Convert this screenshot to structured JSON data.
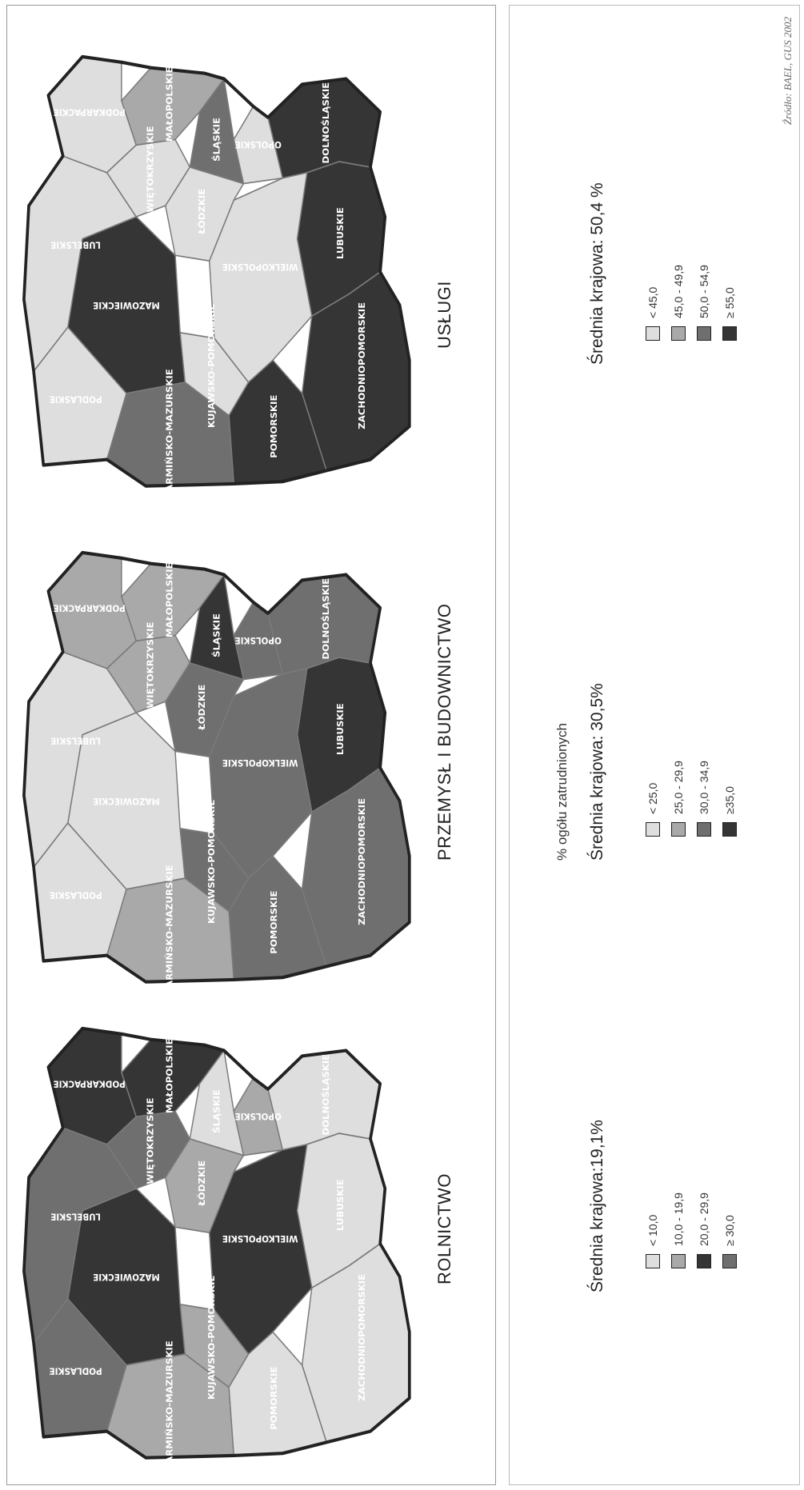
{
  "subtitle": "% ogółu zatrudnionych",
  "source": "Źródło: BAEL, GUS 2002",
  "colors": {
    "class1": "#dedede",
    "class2": "#a9a9a9",
    "class3": "#6f6f6f",
    "class4": "#353535",
    "border": "#7a7a7a",
    "outline": "#222222"
  },
  "maps": [
    {
      "title": "ROLNICTWO",
      "average": "Średnia krajowa:19,1%",
      "legend": [
        "< 10,0",
        "10,0 - 19,9",
        "20,0 - 29,9",
        "≥ 30,0"
      ],
      "legend_colors": [
        "#dedede",
        "#a9a9a9",
        "#353535",
        "#6f6f6f"
      ],
      "region_class": {
        "zachodniopomorskie": 1,
        "pomorskie": 1,
        "warminsko-mazurskie": 2,
        "podlaskie": 3,
        "lubuskie": 1,
        "wielkopolskie": 4,
        "kujawsko-pomorskie": 2,
        "mazowieckie": 4,
        "dolnoslaskie": 1,
        "opolskie": 2,
        "lodzkie": 2,
        "lubelskie": 3,
        "slaskie": 1,
        "swietokrzyskie": 3,
        "malopolskie": 4,
        "podkarpackie": 4
      }
    },
    {
      "title": "PRZEMYSŁ I BUDOWNICTWO",
      "average": "Średnia krajowa: 30,5%",
      "legend": [
        "< 25,0",
        "25,0 - 29,9",
        "30,0 - 34,9",
        "≥35,0"
      ],
      "legend_colors": [
        "#dedede",
        "#a9a9a9",
        "#6f6f6f",
        "#353535"
      ],
      "region_class": {
        "zachodniopomorskie": 3,
        "pomorskie": 3,
        "warminsko-mazurskie": 2,
        "podlaskie": 1,
        "lubuskie": 4,
        "wielkopolskie": 3,
        "kujawsko-pomorskie": 3,
        "mazowieckie": 1,
        "dolnoslaskie": 3,
        "opolskie": 3,
        "lodzkie": 3,
        "lubelskie": 1,
        "slaskie": 4,
        "swietokrzyskie": 2,
        "malopolskie": 2,
        "podkarpackie": 2
      }
    },
    {
      "title": "USŁUGI",
      "average": "Średnia krajowa: 50,4 %",
      "legend": [
        "< 45,0",
        "45,0 - 49,9",
        "50,0 - 54,9",
        "≥ 55,0"
      ],
      "legend_colors": [
        "#dedede",
        "#a9a9a9",
        "#6f6f6f",
        "#353535"
      ],
      "region_class": {
        "zachodniopomorskie": 4,
        "pomorskie": 4,
        "warminsko-mazurskie": 3,
        "podlaskie": 1,
        "lubuskie": 4,
        "wielkopolskie": 1,
        "kujawsko-pomorskie": 1,
        "mazowieckie": 4,
        "dolnoslaskie": 4,
        "opolskie": 1,
        "lodzkie": 1,
        "lubelskie": 1,
        "slaskie": 3,
        "swietokrzyskie": 1,
        "malopolskie": 2,
        "podkarpackie": 1
      }
    }
  ],
  "region_labels": {
    "zachodniopomorskie": "ZACHODNIOPOMORSKIE",
    "pomorskie": "POMORSKIE",
    "warminsko-mazurskie": "WARMIŃSKO-MAZURSKIE",
    "podlaskie": "PODLASKIE",
    "lubuskie": "LUBUSKIE",
    "wielkopolskie": "WIELKOPOLSKIE",
    "kujawsko-pomorskie": "KUJAWSKO-POMORSKIE",
    "mazowieckie": "MAZOWIECKIE",
    "dolnoslaskie": "DOLNOŚLĄSKIE",
    "opolskie": "OPOLSKIE",
    "lodzkie": "ŁÓDZKIE",
    "lubelskie": "LUBELSKIE",
    "slaskie": "ŚLĄSKIE",
    "swietokrzyskie": "ŚWIĘTOKRZYSKIE",
    "malopolskie": "MAŁOPOLSKIE",
    "podkarpackie": "PODKARPACKIE"
  }
}
